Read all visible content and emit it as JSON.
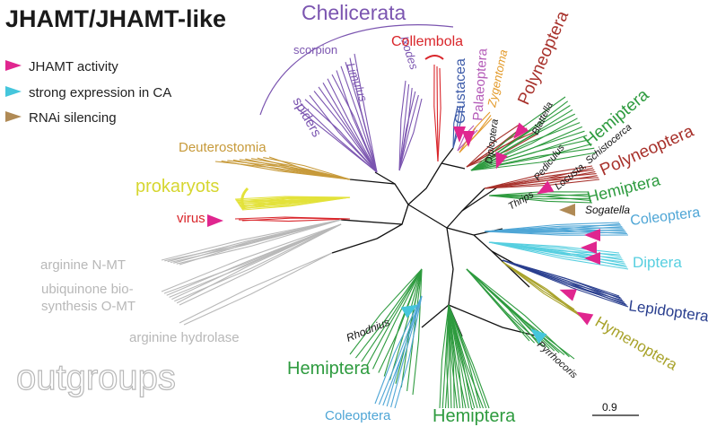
{
  "title": "JHAMT/JHAMT-like",
  "legend": {
    "items": [
      {
        "label": "JHAMT activity",
        "color": "#e0268f"
      },
      {
        "label": "strong expression in CA",
        "color": "#45c6dc"
      },
      {
        "label": "RNAi silencing",
        "color": "#b08a55"
      }
    ]
  },
  "clades": {
    "chelicerata": "Chelicerata",
    "scorpion": "scorpion",
    "limulus": "Limulus",
    "ixodes": "Ixodes",
    "spiders": "spiders",
    "collembola": "Collembola",
    "crustacea": "Crustacea",
    "palaeoptera": "Palaeoptera",
    "zygentoma": "Zygentoma",
    "diplopterа": "Diploptera",
    "blattella": "Blattella",
    "polyneoptera_top": "Polyneoptera",
    "hemiptera_top": "Hemiptera",
    "pediculus": "Pediculus",
    "locusta": "Locusta, Schistocerca",
    "polyneoptera_mid": "Polyneoptera",
    "thrips": "Thrips",
    "hemiptera_mid": "Hemiptera",
    "sogatella": "Sogatella",
    "coleoptera_right": "Coleoptera",
    "diptera": "Diptera",
    "lepidoptera": "Lepidoptera",
    "hymenoptera": "Hymenoptera",
    "pyrrhocoris": "Pyrrhocoris",
    "rhodnius": "Rhodnius",
    "hemiptera_left": "Hemiptera",
    "coleoptera_bottom": "Coleoptera",
    "hemiptera_bottom": "Hemiptera",
    "deuterostomia": "Deuterostomia",
    "prokaryots": "prokaryots",
    "virus": "virus",
    "arginine_nmt": "arginine N-MT",
    "ubiquinone_1": "ubiquinone bio-",
    "ubiquinone_2": "synthesis O-MT",
    "arginine_hydrolase": "arginine hydrolase",
    "outgroups": "outgroups"
  },
  "scale_bar": "0.9",
  "colors": {
    "purple": "#7b55b0",
    "red": "#d9262b",
    "darkred": "#a8322c",
    "blue": "#3d5ba9",
    "magenta": "#b45bb8",
    "orange": "#e39a2a",
    "green": "#2e9b3f",
    "lightblue": "#4fa6d6",
    "cyan": "#57cfe0",
    "navy": "#2a3f8f",
    "olive": "#a8a22a",
    "tan": "#c79a3a",
    "yellow": "#e3e23a",
    "gray": "#b8b8b8"
  }
}
